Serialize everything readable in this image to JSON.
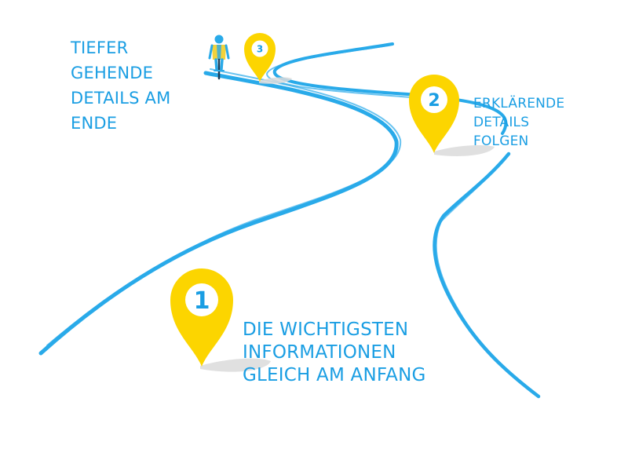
{
  "colors": {
    "road": "#29aae9",
    "pin": "#fcd500",
    "pin_center": "#ffffff",
    "text": "#1a9ee3",
    "shadow": "#dcdcdc",
    "cyclist_jersey": "#f2d23c",
    "cyclist_body": "#29aae9"
  },
  "icons": [
    "pin-1-icon",
    "pin-2-icon",
    "pin-3-icon",
    "cyclist-icon"
  ],
  "pins": [
    {
      "number": "1",
      "text": "DIE WICHTIGSTEN\nINFORMATIONEN\nGLEICH AM ANFANG"
    },
    {
      "number": "2",
      "text": "ERKLÄRENDE\nDETAILS\nFOLGEN"
    },
    {
      "number": "3",
      "text": "TIEFER\nGEHENDE\nDETAILS AM\nENDE"
    }
  ]
}
